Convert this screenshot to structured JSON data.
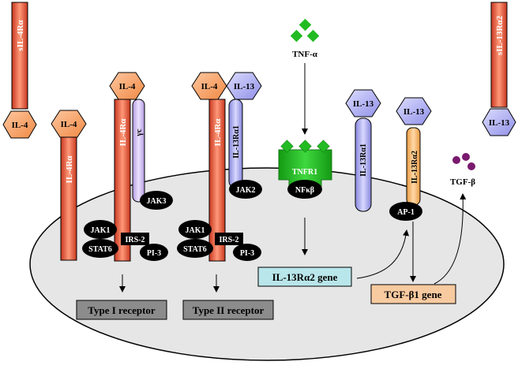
{
  "labels": {
    "sil4ra": "sIL-4Rα",
    "il4": "IL-4",
    "il4ra": "IL-4Rα",
    "gc": "γc",
    "il13": "IL-13",
    "il13ra1": "IL-13Rα1",
    "il13ra2": "IL-13Rα2",
    "sil13ra2": "sIL-13Rα2",
    "tnfa": "TNF-α",
    "tnfr1": "TNFR1",
    "nfkb": "NFκβ",
    "jak1": "JAK1",
    "jak2": "JAK2",
    "jak3": "JAK3",
    "stat6": "STAT6",
    "irs2": "IRS-2",
    "pi3": "PI-3",
    "ap1": "AP-1",
    "tgfb": "TGF-β"
  },
  "boxes": {
    "type1": "Type I receptor",
    "type2": "Type II receptor",
    "il13ra2_gene": "IL-13Rα2 gene",
    "tgfb1_gene": "TGF-β1 gene"
  },
  "colors": {
    "receptor_red": "#e8553a",
    "il4_orange": "#f5a065",
    "il13_blue": "#a8a8f0",
    "gc_purple": "#c9b3ee",
    "tnf_green": "#22bb22",
    "tgfb_purple": "#7a1a6e",
    "type_box_gray": "#8c8c8c",
    "gene_box_cyan": "#b9e6ea",
    "gene_box_peach": "#f8caa0",
    "cell_fill": "#e6e6e6"
  }
}
